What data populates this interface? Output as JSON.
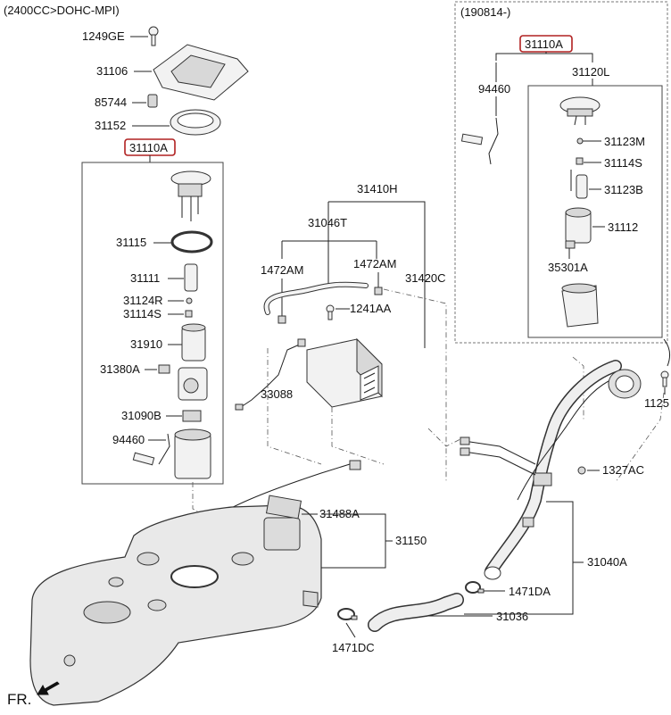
{
  "header": {
    "engine": "(2400CC>DOHC-MPI)",
    "variant": "(190814-)",
    "direction": "FR."
  },
  "labels": {
    "p1249GE": "1249GE",
    "p31106": "31106",
    "p85744": "85744",
    "p31152": "31152",
    "p31110A_main": "31110A",
    "p31115": "31115",
    "p31111": "31111",
    "p31124R": "31124R",
    "p31114S_main": "31114S",
    "p31910": "31910",
    "p31380A": "31380A",
    "p31090B": "31090B",
    "p94460_main": "94460",
    "p31410H": "31410H",
    "p31046T": "31046T",
    "p1472AM_left": "1472AM",
    "p1472AM_right": "1472AM",
    "p31420C": "31420C",
    "p1241AA": "1241AA",
    "p33088": "33088",
    "p31488A": "31488A",
    "p31150": "31150",
    "p1471DC": "1471DC",
    "p31036": "31036",
    "p1471DA": "1471DA",
    "p31040A": "31040A",
    "p1327AC": "1327AC",
    "p1125": "1125",
    "p31110A_inset": "31110A",
    "p31120L": "31120L",
    "p94460_inset": "94460",
    "p31123M": "31123M",
    "p31114S_inset": "31114S",
    "p31123B": "31123B",
    "p31112": "31112",
    "p35301A": "35301A"
  },
  "icons": {
    "direction_arrow": "arrow-down-left-icon"
  }
}
